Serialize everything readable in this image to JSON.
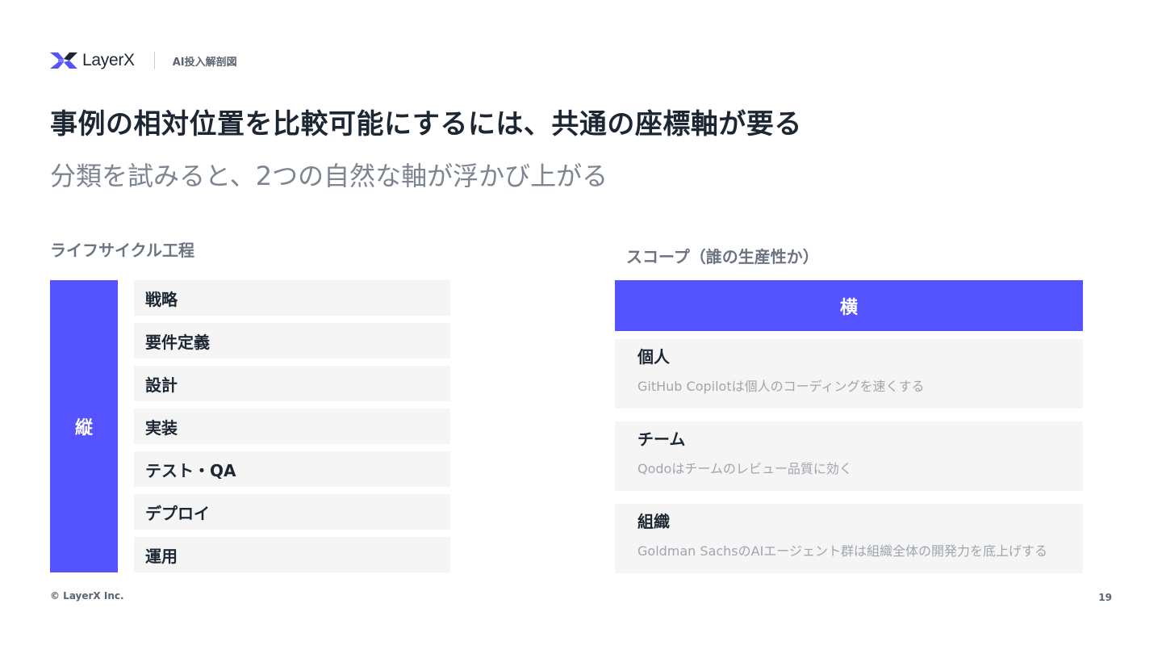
{
  "header": {
    "brand": "LayerX",
    "section": "AI投入解剖図"
  },
  "title": "事例の相対位置を比較可能にするには、共通の座標軸が要る",
  "subtitle": "分類を試みると、2つの自然な軸が浮かび上がる",
  "lifecycle": {
    "label": "ライフサイクル工程",
    "axis": "縦",
    "stages": [
      "戦略",
      "要件定義",
      "設計",
      "実装",
      "テスト・QA",
      "デプロイ",
      "運用"
    ]
  },
  "scope": {
    "label": "スコープ（誰の生産性か）",
    "axis": "横",
    "items": [
      {
        "name": "個人",
        "desc": "GitHub Copilotは個人のコーディングを速くする"
      },
      {
        "name": "チーム",
        "desc": "Qodoはチームのレビュー品質に効く"
      },
      {
        "name": "組織",
        "desc": "Goldman SachsのAIエージェント群は組織全体の開発力を底上げする"
      }
    ]
  },
  "footer": {
    "copyright": "© LayerX Inc.",
    "page": "19"
  },
  "colors": {
    "accent": "#5552ff",
    "text": "#1c2733",
    "muted": "#7d8592",
    "panel": "#f5f5f5"
  }
}
